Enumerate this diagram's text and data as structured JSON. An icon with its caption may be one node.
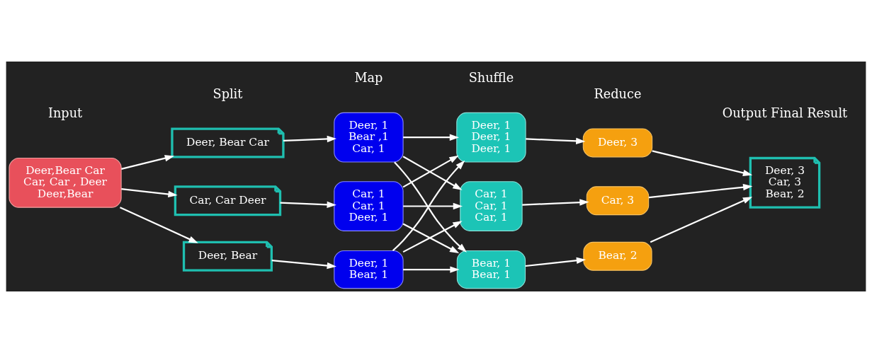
{
  "diagram": {
    "nodes": [
      {
        "text": [
          "Deer,Bear Car",
          "Car, Car , Deer",
          "Deer,Bear"
        ]
      },
      {
        "text": [
          "Deer, Bear Car"
        ]
      },
      {
        "text": [
          "Car, Car Deer"
        ]
      },
      {
        "text": [
          "Deer, Bear"
        ]
      },
      {
        "text": [
          "Deer, 1",
          "Bear ,1",
          "Car, 1"
        ]
      },
      {
        "text": [
          "Car, 1",
          "Car, 1",
          "Deer, 1"
        ]
      },
      {
        "text": [
          "Deer, 1",
          "Bear, 1"
        ]
      },
      {
        "text": [
          "Deer, 1",
          "Deer, 1",
          "Deer, 1"
        ]
      },
      {
        "text": [
          "Car, 1",
          "Car, 1",
          "Car, 1"
        ]
      },
      {
        "text": [
          "Bear, 1",
          "Bear, 1"
        ]
      },
      {
        "text": [
          "Deer, 3"
        ]
      },
      {
        "text": [
          "Car, 3"
        ]
      },
      {
        "text": [
          "Bear, 2"
        ]
      },
      {
        "text": [
          "Deer, 3",
          "Car, 3",
          "Bear, 2"
        ]
      }
    ],
    "edges": [
      {
        "from": 0,
        "to": 1,
        "arrow": "to"
      },
      {
        "from": 0,
        "to": 2,
        "arrow": "to"
      },
      {
        "from": 0,
        "to": 3,
        "arrow": "to"
      },
      {
        "from": 1,
        "to": 4,
        "arrow": "to"
      },
      {
        "from": 2,
        "to": 5,
        "arrow": "to"
      },
      {
        "from": 3,
        "to": 6,
        "arrow": "to"
      },
      {
        "from": 4,
        "to": 7,
        "arrow": "to"
      },
      {
        "from": 4,
        "to": 8,
        "arrow": "to"
      },
      {
        "from": 4,
        "to": 9,
        "arrow": "to"
      },
      {
        "from": 5,
        "to": 7,
        "arrow": "to"
      },
      {
        "from": 5,
        "to": 8,
        "arrow": "to"
      },
      {
        "from": 5,
        "to": 9,
        "arrow": "to"
      },
      {
        "from": 6,
        "to": 7,
        "arrow": "to"
      },
      {
        "from": 6,
        "to": 8,
        "arrow": "to"
      },
      {
        "from": 6,
        "to": 9,
        "arrow": "to"
      },
      {
        "from": 7,
        "to": 10,
        "arrow": "to"
      },
      {
        "from": 8,
        "to": 11,
        "arrow": "to"
      },
      {
        "from": 9,
        "to": 12,
        "arrow": "to"
      },
      {
        "from": 10,
        "to": 13,
        "arrow": "to"
      },
      {
        "from": 11,
        "to": 13,
        "arrow": "to"
      },
      {
        "from": 12,
        "to": 13,
        "arrow": "to"
      }
    ],
    "labels": [
      "Input",
      "Split",
      "Map",
      "Shuffle",
      "Reduce",
      "Output Final Result"
    ]
  }
}
